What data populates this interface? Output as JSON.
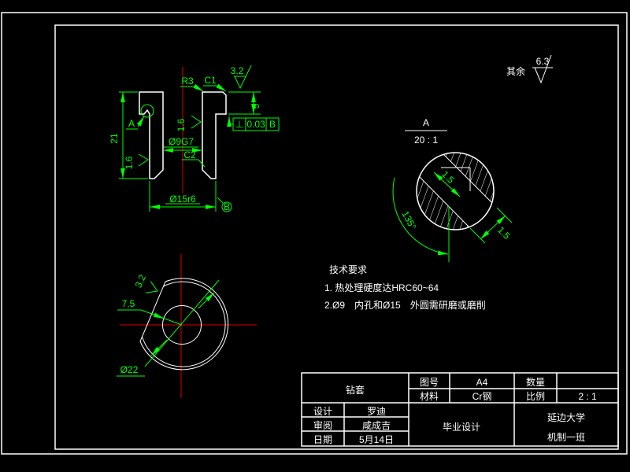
{
  "colors": {
    "background": "#000000",
    "geometry": "#ffffff",
    "dimension": "#00ff00",
    "centerline": "#dd0000"
  },
  "surface_note": {
    "prefix": "其余",
    "value": "6.3"
  },
  "main_view": {
    "detail_label": "A",
    "dim_height": "21",
    "rough_left": "1.6",
    "rough_bore": "1.6",
    "bore": "Ø9G7",
    "bore_chamfer": "C2",
    "outer_dia": "Ø15r6",
    "fillet": "R3",
    "chamfer": "C1",
    "rough_top": "3.2",
    "flange_h": "5",
    "tolerance": {
      "symbol": "⊥",
      "value": "0.03",
      "datum": "B"
    },
    "datum": "B"
  },
  "detail_view": {
    "label": "A",
    "scale": "20 : 1",
    "dim_width": "1.5",
    "dim_depth": "1.5",
    "angle": "135°"
  },
  "end_view": {
    "rough": "3.2",
    "radius": "7.5",
    "diameter": "Ø22"
  },
  "tech_requirements": {
    "title": "技术要求",
    "items": [
      "1. 热处理硬度达HRC60~64",
      "2.Ø9　内孔和Ø15　外圆需研磨或磨削"
    ]
  },
  "title_block": {
    "part_name": "钻套",
    "drawing_no_label": "图号",
    "drawing_no": "A4",
    "material_label": "材料",
    "material": "Cr钢",
    "quantity_label": "数量",
    "quantity": "",
    "scale_label": "比例",
    "scale": "2 : 1",
    "designer_label": "设计",
    "designer": "罗迪",
    "reviewer_label": "审阅",
    "reviewer": "咸成吉",
    "date_label": "日期",
    "date": "5月14日",
    "project": "毕业设计",
    "org_line1": "延边大学",
    "org_line2": "机制一班"
  }
}
